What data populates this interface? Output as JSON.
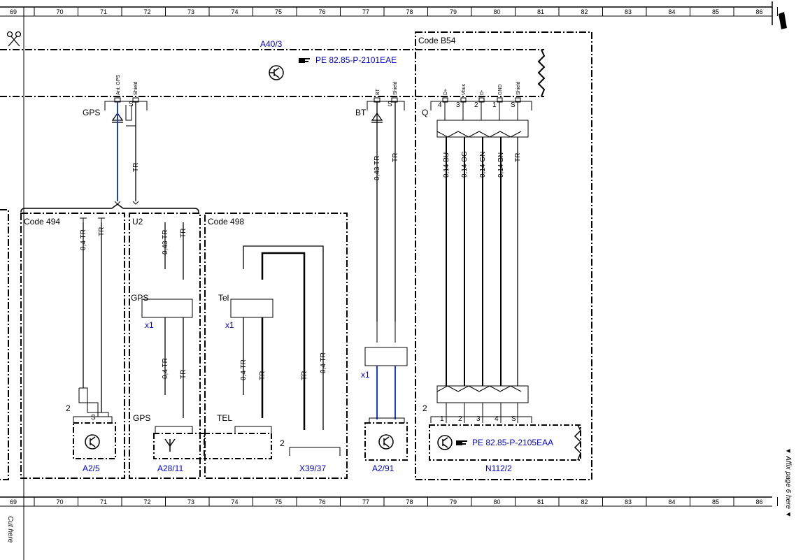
{
  "ruler": {
    "columns": [
      "69",
      "70",
      "71",
      "72",
      "73",
      "74",
      "75",
      "76",
      "77",
      "78",
      "79",
      "80",
      "81",
      "82",
      "83",
      "84",
      "85",
      "86"
    ]
  },
  "margin": {
    "cut_here": "Cut here",
    "affix_page": "▼ Affix page 6 here ▼"
  },
  "a40_3": {
    "label": "A40/3",
    "reference": "PE 82.85-P-2101EAE",
    "pins_gps": [
      "Ant. GPS",
      "Shield"
    ],
    "pins_bt": [
      "BT",
      "Shield"
    ],
    "gps_label": "GPS",
    "bt_label": "BT",
    "shield_s": "S"
  },
  "code_b54": {
    "label": "Code B54",
    "connector": "Q",
    "pins": [
      {
        "num": "4",
        "name": "D+"
      },
      {
        "num": "3",
        "name": "Vbus"
      },
      {
        "num": "2",
        "name": "D-"
      },
      {
        "num": "1",
        "name": "GND"
      },
      {
        "num": "S",
        "name": "Shield"
      }
    ]
  },
  "wires_top": {
    "gps_shield": "TR",
    "bt_signal": "0,43 TR",
    "bt_shield": "TR",
    "usb": [
      "0,14 BU",
      "0,14 OG",
      "0,14 GN",
      "0,14 BN",
      "TR"
    ]
  },
  "code_494": {
    "label": "Code 494",
    "wires": [
      "0,4 TR",
      "TR"
    ],
    "pin2": "2",
    "shield_s": "S",
    "component": "A2/5"
  },
  "u2": {
    "label": "U2",
    "wires_top": [
      "0,43 TR",
      "TR"
    ],
    "connector_label": "GPS",
    "connector_x": "x1",
    "wires_bottom": [
      "0,4 TR",
      "TR"
    ],
    "bottom_label": "GPS",
    "component": "A28/11"
  },
  "code_498": {
    "label": "Code 498",
    "connector_label": "Tel",
    "connector_x": "x1",
    "wires_bottom": [
      "0,4 TR",
      "TR"
    ],
    "bottom_label": "TEL",
    "wires_right": [
      "TR",
      "0,4 TR"
    ],
    "pin2": "2",
    "component": "X39/37"
  },
  "a2_91": {
    "connector_x": "x1",
    "component": "A2/91"
  },
  "n112_2": {
    "pin2": "2",
    "pins": [
      "1",
      "2",
      "3",
      "4",
      "S"
    ],
    "reference": "PE 82.85-P-2105EAA",
    "component": "N112/2"
  },
  "colors": {
    "wire": "#000000",
    "blue_wire": "#1a3fd6",
    "label_blue": "#0000cc"
  }
}
